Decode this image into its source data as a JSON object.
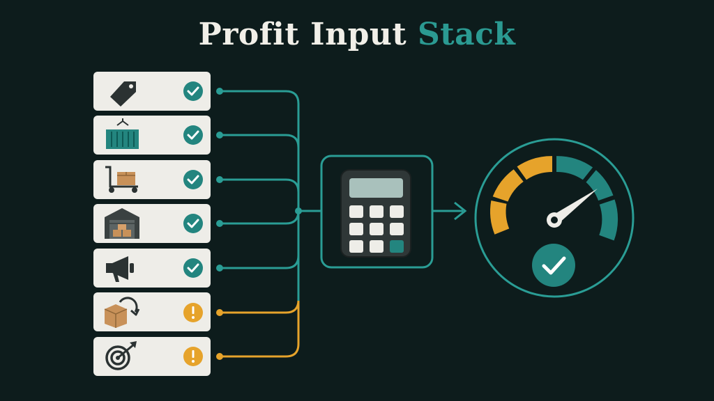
{
  "title": {
    "part1": "Profit Input",
    "part2": "Stack"
  },
  "colors": {
    "background": "#0d1c1c",
    "card": "#eeede8",
    "teal": "#23857f",
    "teal_line": "#2a9d95",
    "amber": "#e6a32b",
    "dark_icon": "#2b3232"
  },
  "inputs": [
    {
      "icon": "price-tag-icon",
      "status": "ok"
    },
    {
      "icon": "shipping-container-icon",
      "status": "ok"
    },
    {
      "icon": "hand-truck-icon",
      "status": "ok"
    },
    {
      "icon": "warehouse-icon",
      "status": "ok"
    },
    {
      "icon": "megaphone-icon",
      "status": "ok"
    },
    {
      "icon": "returns-box-icon",
      "status": "warning"
    },
    {
      "icon": "target-icon",
      "status": "warning"
    }
  ],
  "calculator": {
    "icon": "calculator-icon"
  },
  "gauge": {
    "icon": "speedometer-gauge-icon",
    "status": "ok"
  }
}
